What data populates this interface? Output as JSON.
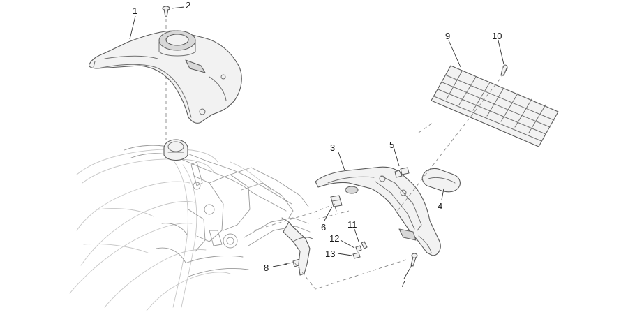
{
  "callouts": [
    {
      "id": "1",
      "label": "1"
    },
    {
      "id": "2",
      "label": "2"
    },
    {
      "id": "3",
      "label": "3"
    },
    {
      "id": "4",
      "label": "4"
    },
    {
      "id": "5",
      "label": "5"
    },
    {
      "id": "6",
      "label": "6"
    },
    {
      "id": "7",
      "label": "7"
    },
    {
      "id": "8",
      "label": "8"
    },
    {
      "id": "9",
      "label": "9"
    },
    {
      "id": "10",
      "label": "10"
    },
    {
      "id": "11",
      "label": "11"
    },
    {
      "id": "12",
      "label": "12"
    },
    {
      "id": "13",
      "label": "13"
    }
  ],
  "colors": {
    "background": "#ffffff",
    "outline": "#5a5a5a",
    "text": "#1a1a1a"
  }
}
